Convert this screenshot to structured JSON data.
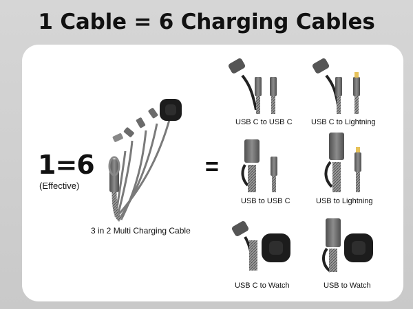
{
  "headline": "1 Cable = 6 Charging Cables",
  "ratio_text": "1=6",
  "ratio_note": "(Effective)",
  "equals_sign": "=",
  "main_product_label": "3 in 2 Multi Charging Cable",
  "variants": [
    {
      "label": "USB C to USB C"
    },
    {
      "label": "USB C to Lightning"
    },
    {
      "label": "USB to USB C"
    },
    {
      "label": "USB to Lightning"
    },
    {
      "label": "USB C to Watch"
    },
    {
      "label": "USB to Watch"
    }
  ],
  "colors": {
    "background": "#d0d0d0",
    "panel": "#ffffff",
    "connector_metal": "#6b6b6b",
    "charger_puck": "#1c1c1c",
    "braid": "#8a8a8a"
  }
}
